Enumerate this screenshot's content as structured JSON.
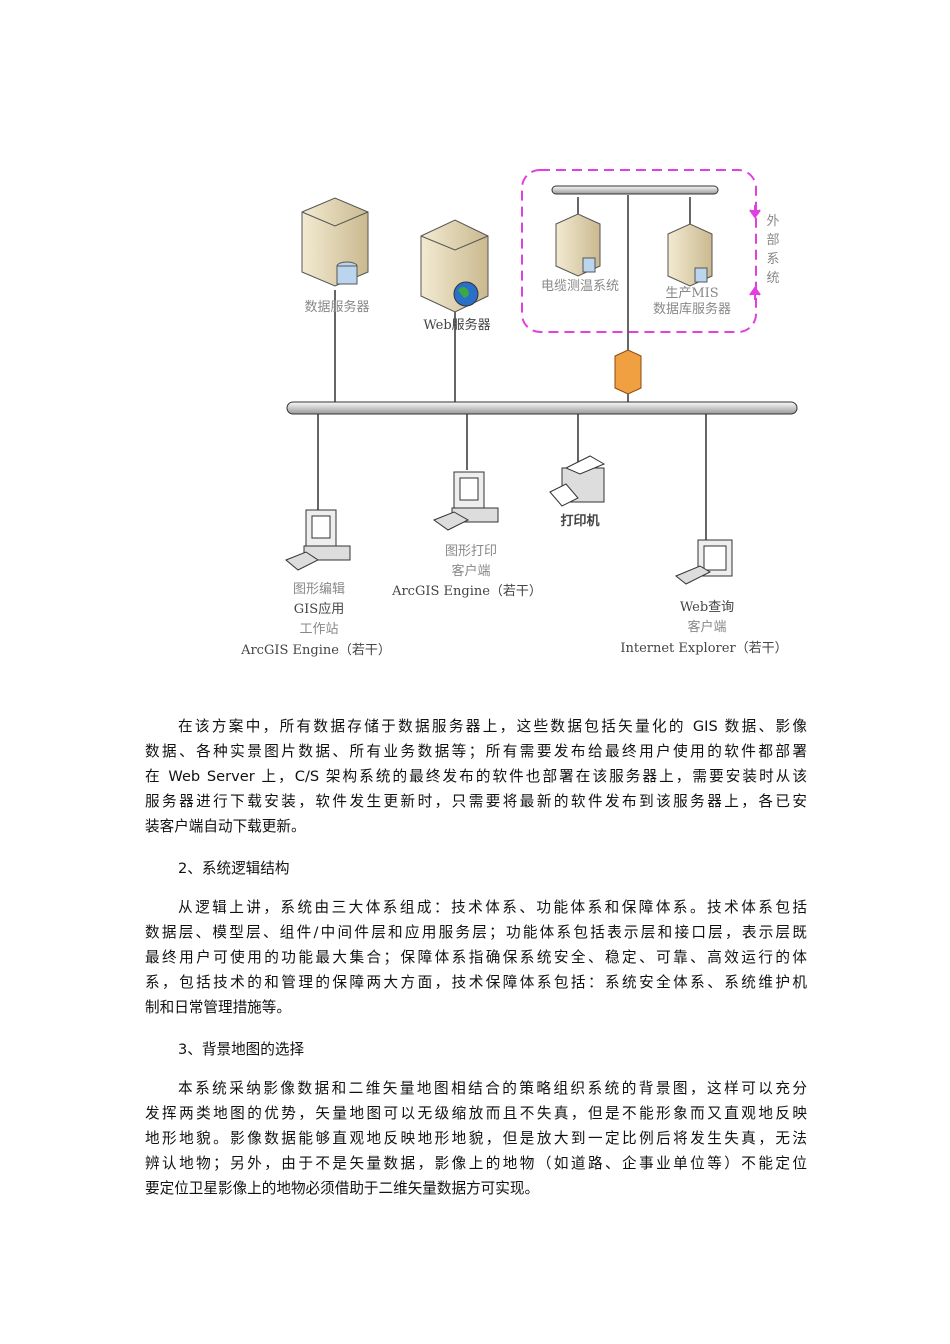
{
  "diagram": {
    "data_server": "数据服务器",
    "web_server": "Web服务器",
    "cable_system": "电缆测温系统",
    "mis_line1": "生产MIS",
    "mis_line2": "数据库服务器",
    "external_system": [
      "外",
      "部",
      "系",
      "统"
    ],
    "printer": "打印机",
    "edit_client": [
      "图形编辑",
      "GIS应用",
      "工作站",
      "ArcGIS Engine（若干）"
    ],
    "print_client": [
      "图形打印",
      "客户端",
      "ArcGIS Engine（若干）"
    ],
    "web_client": [
      "Web查询",
      "客户端",
      "Internet Explorer（若干）"
    ],
    "colors": {
      "dashed_box": "#e040e0",
      "firewall": "#f0a040"
    }
  },
  "paragraphs": [
    {
      "lines": [
        "在该方案中，所有数据存储于数据服务器上，这些数据包括矢量化的 GIS 数据、影像",
        "数据、各种实景图片数据、所有业务数据等；所有需要发布给最终用户使用的软件都部署",
        "在 Web Server 上，C/S 架构系统的最终发布的软件也部署在该服务器上，需要安装时从该",
        "服务器进行下载安装，软件发生更新时，只需要将最新的软件发布到该服务器上，各已安",
        "装客户端自动下载更新。"
      ]
    },
    {
      "heading": "2、系统逻辑结构"
    },
    {
      "lines": [
        "从逻辑上讲，系统由三大体系组成：技术体系、功能体系和保障体系。技术体系包括",
        "数据层、模型层、组件/中间件层和应用服务层；功能体系包括表示层和接口层，表示层既",
        "最终用户可使用的功能最大集合；保障体系指确保系统安全、稳定、可靠、高效运行的体",
        "系，包括技术的和管理的保障两大方面，技术保障体系包括：系统安全体系、系统维护机",
        "制和日常管理措施等。"
      ]
    },
    {
      "heading": "3、背景地图的选择"
    },
    {
      "lines": [
        "本系统采纳影像数据和二维矢量地图相结合的策略组织系统的背景图，这样可以充分",
        "发挥两类地图的优势，矢量地图可以无级缩放而且不失真，但是不能形象而又直观地反映",
        "地形地貌。影像数据能够直观地反映地形地貌，但是放大到一定比例后将发生失真，无法",
        "辨认地物；另外，由于不是矢量数据，影像上的地物（如道路、企事业单位等）不能定位",
        "要定位卫星影像上的地物必须借助于二维矢量数据方可实现。"
      ]
    }
  ]
}
